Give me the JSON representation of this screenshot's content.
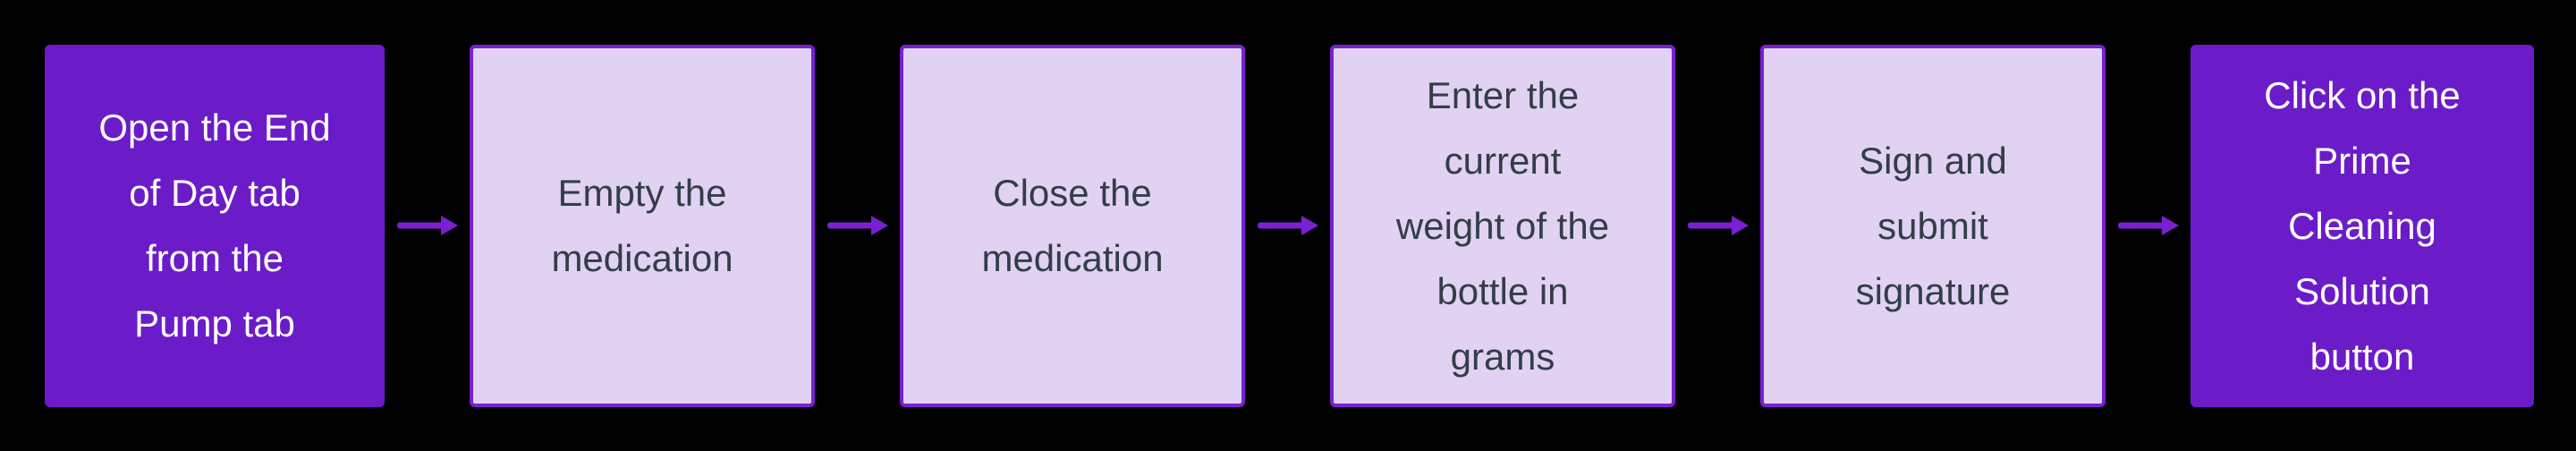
{
  "flowchart": {
    "steps": [
      {
        "label": "Open the End\nof Day tab\nfrom the\nPump tab",
        "variant": "solid"
      },
      {
        "label": "Empty the\nmedication",
        "variant": "light"
      },
      {
        "label": "Close the\nmedication",
        "variant": "light"
      },
      {
        "label": "Enter the\ncurrent\nweight of the\nbottle in\ngrams",
        "variant": "light"
      },
      {
        "label": "Sign and\nsubmit\nsignature",
        "variant": "light"
      },
      {
        "label": "Click on the\nPrime\nCleaning\nSolution\nbutton",
        "variant": "solid"
      }
    ],
    "connector_icon": "arrow-right-icon",
    "colors": {
      "background": "#000000",
      "solid_box_fill": "#6B1CC8",
      "solid_box_text": "#FFFFFF",
      "light_box_fill": "#E1D2F3",
      "light_box_border": "#7A20D2",
      "light_box_text": "#333E48",
      "arrow": "#7A20D2"
    }
  }
}
